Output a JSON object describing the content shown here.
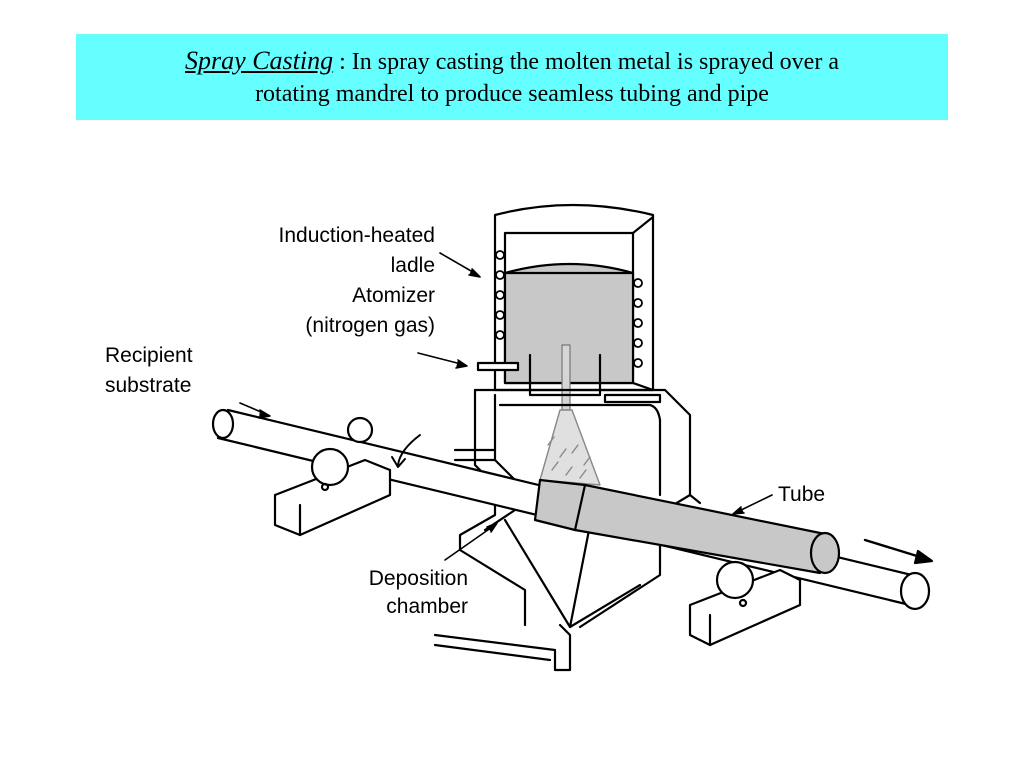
{
  "title": {
    "term": "Spray Casting",
    "separator": " : ",
    "line1": "In spray casting the molten metal is sprayed over a",
    "line2": "rotating mandrel to produce seamless tubing and pipe"
  },
  "diagram": {
    "labels": {
      "ladle_line1": "Induction-heated",
      "ladle_line2": "ladle",
      "atomizer_line1": "Atomizer",
      "atomizer_line2": "(nitrogen   gas)",
      "substrate_line1": "Recipient",
      "substrate_line2": "substrate",
      "tube": "Tube",
      "chamber_line1": "Deposition",
      "chamber_line2": "chamber"
    }
  }
}
